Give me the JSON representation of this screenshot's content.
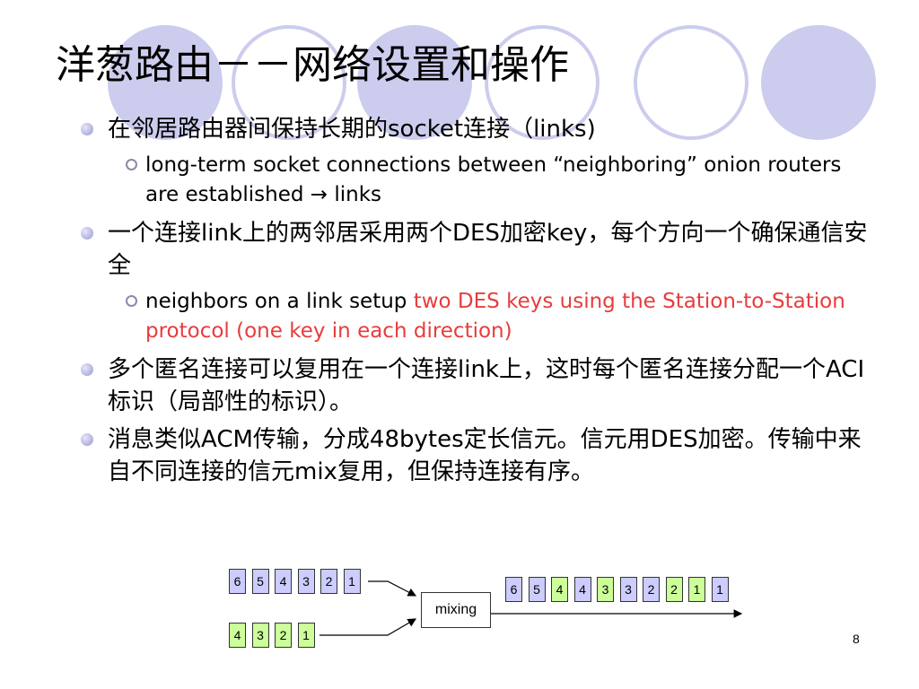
{
  "title": "洋葱路由－－网络设置和操作",
  "bullets": [
    {
      "level": 1,
      "text": "在邻居路由器间保持长期的socket连接（links)"
    },
    {
      "level": 2,
      "text": "long-term socket connections between “neighboring” onion routers are established → links"
    },
    {
      "level": 1,
      "text": "一个连接link上的两邻居采用两个DES加密key，每个方向一个确保通信安全"
    },
    {
      "level": 2,
      "text_plain": "neighbors on a link setup ",
      "text_red": "two DES keys using the Station-to-Station protocol (one key in each direction)"
    },
    {
      "level": 1,
      "text": "多个匿名连接可以复用在一个连接link上，这时每个匿名连接分配一个ACI标识（局部性的标识）。"
    },
    {
      "level": 1,
      "text": "消息类似ACM传输，分成48bytes定长信元。信元用DES加密。传输中来自不同连接的信元mix复用，但保持连接有序。"
    }
  ],
  "diagram": {
    "top_row": [
      "6",
      "5",
      "4",
      "3",
      "2",
      "1"
    ],
    "bottom_row": [
      "4",
      "3",
      "2",
      "1"
    ],
    "mixer_label": "mixing",
    "output_row": [
      {
        "v": "6",
        "c": "blue"
      },
      {
        "v": "5",
        "c": "blue"
      },
      {
        "v": "4",
        "c": "green"
      },
      {
        "v": "4",
        "c": "blue"
      },
      {
        "v": "3",
        "c": "green"
      },
      {
        "v": "3",
        "c": "blue"
      },
      {
        "v": "2",
        "c": "blue"
      },
      {
        "v": "2",
        "c": "green"
      },
      {
        "v": "1",
        "c": "green"
      },
      {
        "v": "1",
        "c": "blue"
      }
    ]
  },
  "page_number": "8",
  "colors": {
    "accent": "#ccccee",
    "red_text": "#e83c3c",
    "cell_blue": "#ccccff",
    "cell_green": "#ccff99"
  }
}
